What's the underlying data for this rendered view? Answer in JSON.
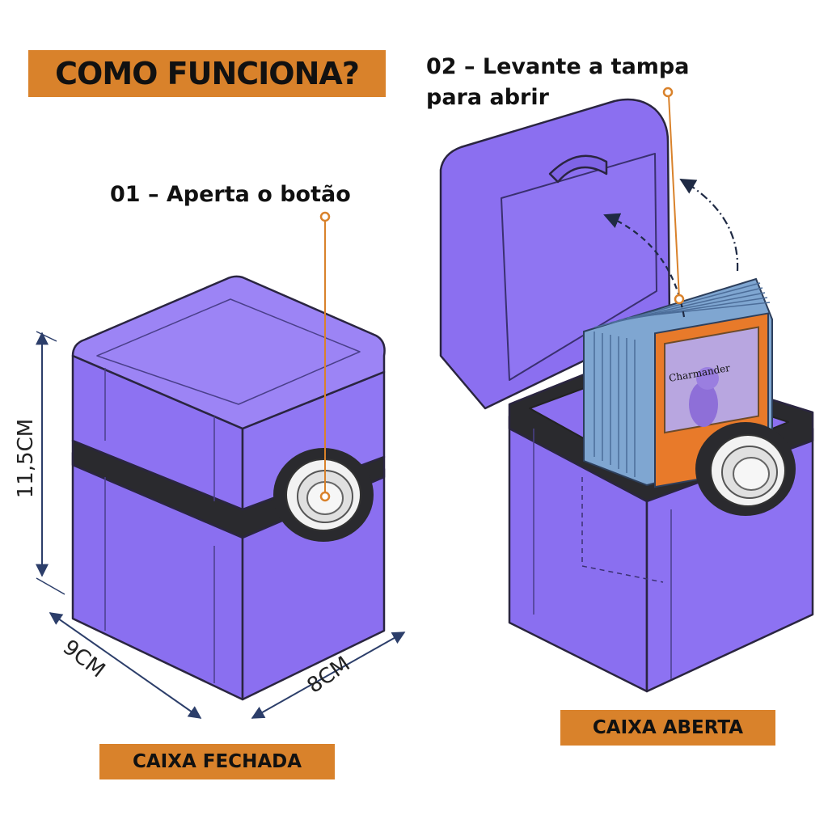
{
  "title": "COMO FUNCIONA?",
  "steps": {
    "step1": "01 – Aperta o botão",
    "step2": "02 – Levante a tampa para abrir"
  },
  "dimensions": {
    "height": "11,5CM",
    "width": "9CM",
    "depth": "8CM"
  },
  "labels": {
    "closed": "CAIXA FECHADA",
    "open": "CAIXA ABERTA"
  },
  "card_name": "Charmander",
  "colors": {
    "box_purple": "#8b6ff0",
    "box_purple_light": "#9c84f5",
    "band_dark": "#2a2a2e",
    "accent_orange": "#d9822b",
    "dim_arrow": "#2c3e6a"
  }
}
